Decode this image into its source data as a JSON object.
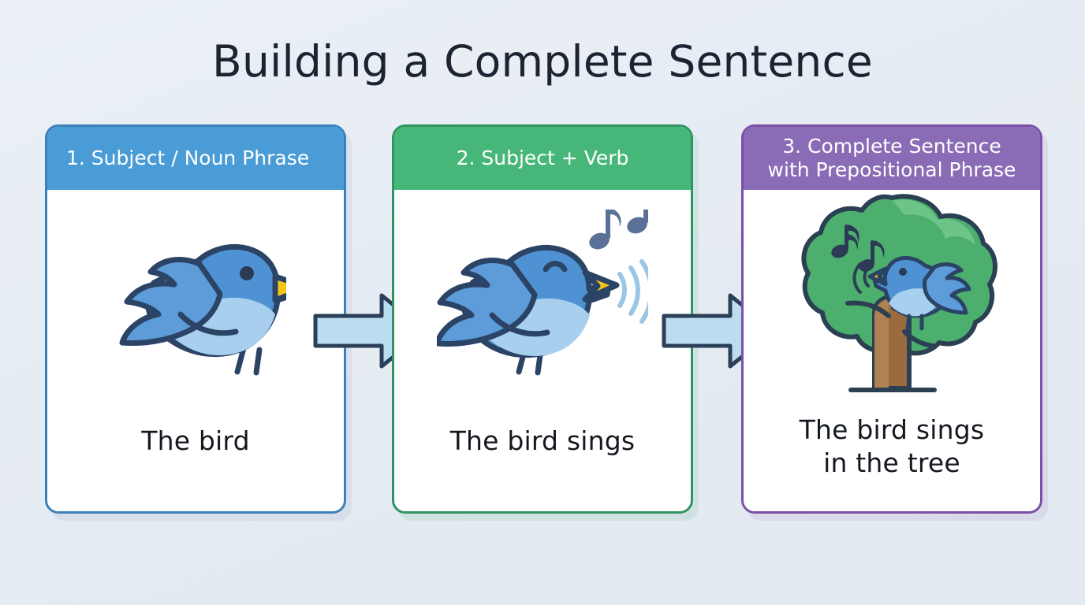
{
  "page": {
    "title": "Building a Complete Sentence",
    "background_color": "#e7edf3"
  },
  "cards": [
    {
      "id": 1,
      "header": "1. Subject / Noun Phrase",
      "header_color": "#4a9cd6",
      "border_color": "#3b80b8",
      "caption_line_1": "The bird",
      "caption_line_2": "",
      "illustration": "blue-bird"
    },
    {
      "id": 2,
      "header": "2. Subject + Verb",
      "header_color": "#47b779",
      "border_color": "#2e9460",
      "caption_line_1": "The bird sings",
      "caption_line_2": "",
      "illustration": "singing-blue-bird-with-music-notes"
    },
    {
      "id": 3,
      "header_line_1": "3. Complete Sentence",
      "header_line_2": "with Prepositional Phrase",
      "header_color": "#8a6bb5",
      "border_color": "#7b4fa6",
      "caption_line_1": "The bird sings",
      "caption_line_2": "in the tree",
      "illustration": "green-tree-with-singing-bird"
    }
  ],
  "arrows": [
    {
      "id": 1,
      "direction": "right",
      "fill_color": "#bcdcf0",
      "outline_color": "#2b4058"
    },
    {
      "id": 2,
      "direction": "right",
      "fill_color": "#bcdcf0",
      "outline_color": "#2b4058"
    }
  ],
  "palette": {
    "bird_body": "#4f92d4",
    "bird_belly": "#a9cfee",
    "bird_outline": "#2b4466",
    "beak": "#f5c518",
    "tree_foliage": "#4caf6d",
    "tree_trunk": "#9a6b3f",
    "note_color": "#5a7096",
    "text_dark": "#14181f"
  }
}
